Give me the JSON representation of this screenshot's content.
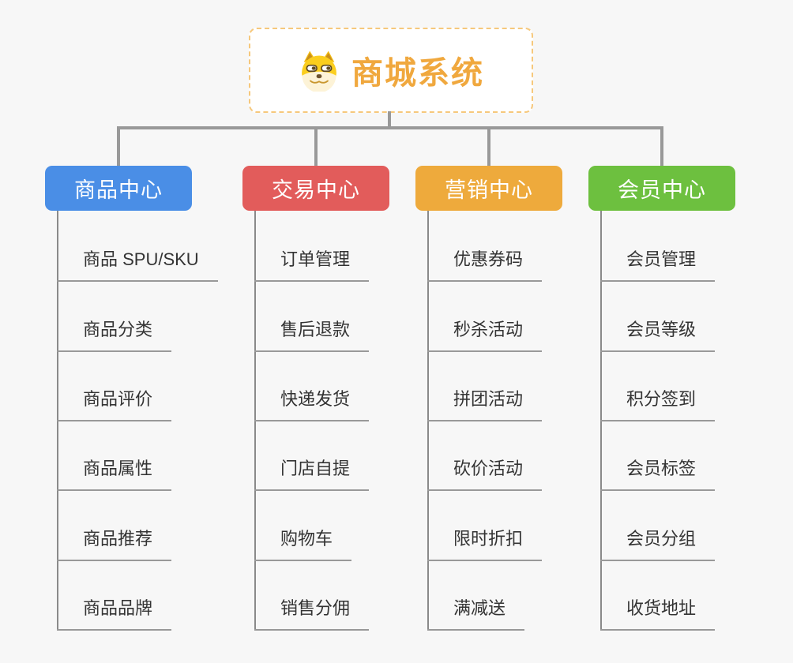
{
  "root": {
    "title": "商城系统",
    "icon": "doge-icon"
  },
  "colors": {
    "background": "#f7f7f7",
    "root_border": "#f6c87c",
    "root_title": "#f0a83e",
    "connector": "#999999",
    "leaf_text": "#333333",
    "branch_text": "#ffffff"
  },
  "branches": [
    {
      "label": "商品中心",
      "color": "#4a8ee6",
      "items": [
        "商品 SPU/SKU",
        "商品分类",
        "商品评价",
        "商品属性",
        "商品推荐",
        "商品品牌"
      ]
    },
    {
      "label": "交易中心",
      "color": "#e25c5b",
      "items": [
        "订单管理",
        "售后退款",
        "快递发货",
        "门店自提",
        "购物车",
        "销售分佣"
      ]
    },
    {
      "label": "营销中心",
      "color": "#eeaa3c",
      "items": [
        "优惠券码",
        "秒杀活动",
        "拼团活动",
        "砍价活动",
        "限时折扣",
        "满减送"
      ]
    },
    {
      "label": "会员中心",
      "color": "#6dc03f",
      "items": [
        "会员管理",
        "会员等级",
        "积分签到",
        "会员标签",
        "会员分组",
        "收货地址"
      ]
    }
  ]
}
